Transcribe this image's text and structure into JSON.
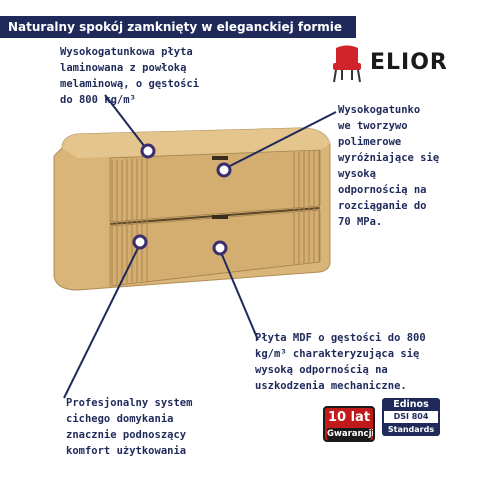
{
  "header": {
    "title": "Naturalny spokój zamknięty w eleganckiej formie"
  },
  "logo": {
    "text": "ELIOR"
  },
  "notes": {
    "board": [
      "Wysokogatunkowa płyta",
      "laminowana z powłoką",
      "melaminową, o gęstości",
      "do 800 kg/m³"
    ],
    "handles": [
      "Wysokogatunko",
      "we tworzywo",
      "polimerowe",
      "wyróżniające się",
      "wysoką",
      "odpornością na",
      "rozciąganie do",
      "70 MPa."
    ],
    "mdf": [
      "Płyta MDF o gęstości do 800",
      "kg/m³ charakteryzująca się",
      "wysoką odpornością na",
      "uszkodzenia mechaniczne."
    ],
    "system": [
      "Profesjonalny system",
      "cichego domykania",
      "znacznie podnoszący",
      "komfort użytkowania"
    ]
  },
  "badges": {
    "warranty_line1": "10 lat",
    "warranty_line2": "Gwarancji",
    "edinos_top": "Edinos",
    "edinos_mid": "DSI 804",
    "edinos_bot": "Standards"
  },
  "colors": {
    "navy": "#1f2a5a",
    "wood": "#d9b57a",
    "red": "#c11a1a"
  }
}
